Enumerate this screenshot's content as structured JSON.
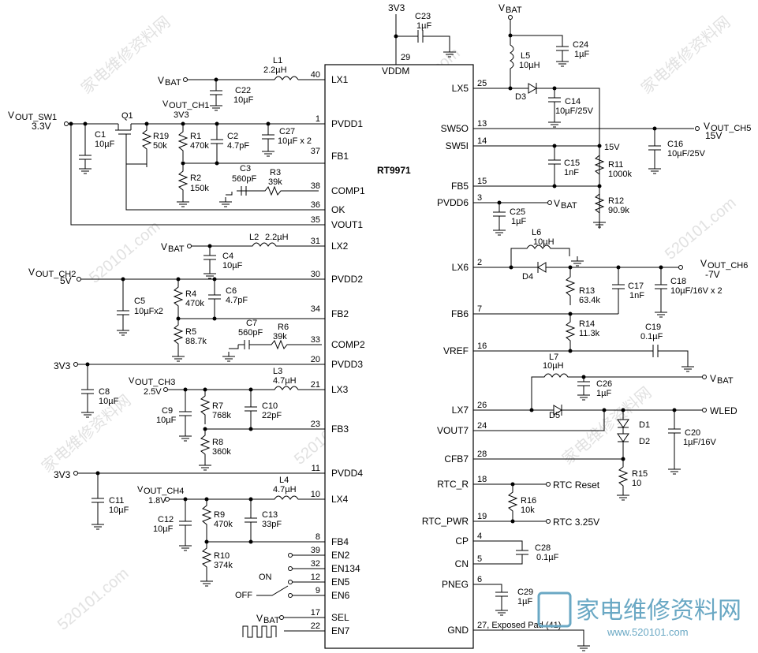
{
  "chip": {
    "name": "RT9971",
    "vddm_label": "VDDM",
    "pins_left": [
      {
        "num": "40",
        "label": "LX1"
      },
      {
        "num": "1",
        "label": "PVDD1"
      },
      {
        "num": "37",
        "label": "FB1"
      },
      {
        "num": "38",
        "label": "COMP1"
      },
      {
        "num": "36",
        "label": "OK"
      },
      {
        "num": "35",
        "label": "VOUT1"
      },
      {
        "num": "31",
        "label": "LX2"
      },
      {
        "num": "30",
        "label": "PVDD2"
      },
      {
        "num": "34",
        "label": "FB2"
      },
      {
        "num": "33",
        "label": "COMP2"
      },
      {
        "num": "20",
        "label": "PVDD3"
      },
      {
        "num": "21",
        "label": "LX3"
      },
      {
        "num": "23",
        "label": "FB3"
      },
      {
        "num": "11",
        "label": "PVDD4"
      },
      {
        "num": "10",
        "label": "LX4"
      },
      {
        "num": "8",
        "label": "FB4"
      },
      {
        "num": "39",
        "label": "EN2"
      },
      {
        "num": "32",
        "label": "EN134"
      },
      {
        "num": "12",
        "label": "EN5"
      },
      {
        "num": "9",
        "label": "EN6"
      },
      {
        "num": "17",
        "label": "SEL"
      },
      {
        "num": "22",
        "label": "EN7"
      }
    ],
    "pins_right": [
      {
        "num": "25",
        "label": "LX5"
      },
      {
        "num": "13",
        "label": "SW5O"
      },
      {
        "num": "14",
        "label": "SW5I"
      },
      {
        "num": "15",
        "label": "FB5"
      },
      {
        "num": "3",
        "label": "PVDD6"
      },
      {
        "num": "2",
        "label": "LX6"
      },
      {
        "num": "7",
        "label": "FB6"
      },
      {
        "num": "16",
        "label": "VREF"
      },
      {
        "num": "26",
        "label": "LX7"
      },
      {
        "num": "24",
        "label": "VOUT7"
      },
      {
        "num": "28",
        "label": "CFB7"
      },
      {
        "num": "18",
        "label": "RTC_R"
      },
      {
        "num": "19",
        "label": "RTC_PWR"
      },
      {
        "num": "4",
        "label": "CP"
      },
      {
        "num": "5",
        "label": "CN"
      },
      {
        "num": "6",
        "label": "PNEG"
      },
      {
        "num": "27, Exposed Pad (41)",
        "label": "GND"
      }
    ],
    "pin_top": {
      "num": "29"
    }
  },
  "rails": {
    "v3v3": "3V3",
    "vbat_main": "V",
    "vbat_sub": "BAT",
    "vout_sw1_main": "V",
    "vout_sw1_sub": "OUT_SW1",
    "vout_sw1_val": "3.3V",
    "vout_ch1_main": "V",
    "vout_ch1_sub": "OUT_CH1",
    "vout_ch1_val": "3V3",
    "vout_ch2_main": "V",
    "vout_ch2_sub": "OUT_CH2",
    "vout_ch2_val": "5V",
    "vout_ch3_main": "V",
    "vout_ch3_sub": "OUT_CH3",
    "vout_ch3_val": "2.5V",
    "vout_ch4_main": "V",
    "vout_ch4_sub": "OUT_CH4",
    "vout_ch4_val": "1.8V",
    "vout_ch5_main": "V",
    "vout_ch5_sub": "OUT_CH5",
    "vout_ch5_val": "15V",
    "v15": "15V",
    "vout_ch6_main": "V",
    "vout_ch6_sub": "OUT_CH6",
    "vout_ch6_val": "-7V",
    "wled": "WLED",
    "rtc_reset": "RTC Reset",
    "rtc_325": "RTC 3.25V",
    "on": "ON",
    "off": "OFF"
  },
  "parts": {
    "C23": {
      "ref": "C23",
      "val": "1µF"
    },
    "C24": {
      "ref": "C24",
      "val": "1µF"
    },
    "L1": {
      "ref": "L1",
      "val": "2.2µH"
    },
    "C22": {
      "ref": "C22",
      "val": "10µF"
    },
    "Q1": {
      "ref": "Q1"
    },
    "C1": {
      "ref": "C1",
      "val": "10µF"
    },
    "R19": {
      "ref": "R19",
      "val": "50k"
    },
    "R1": {
      "ref": "R1",
      "val": "470k"
    },
    "C2": {
      "ref": "C2",
      "val": "4.7pF"
    },
    "C27": {
      "ref": "C27",
      "val": "10µF x 2"
    },
    "R2": {
      "ref": "R2",
      "val": "150k"
    },
    "C3": {
      "ref": "C3",
      "val": "560pF"
    },
    "R3": {
      "ref": "R3",
      "val": "39k"
    },
    "L2": {
      "ref": "L2",
      "val": "2.2µH"
    },
    "C4": {
      "ref": "C4",
      "val": "10µF"
    },
    "C5": {
      "ref": "C5",
      "val": "10µFx2"
    },
    "R4": {
      "ref": "R4",
      "val": "470k"
    },
    "C6": {
      "ref": "C6",
      "val": "4.7pF"
    },
    "R5": {
      "ref": "R5",
      "val": "88.7k"
    },
    "C7": {
      "ref": "C7",
      "val": "560pF"
    },
    "R6": {
      "ref": "R6",
      "val": "39k"
    },
    "C8": {
      "ref": "C8",
      "val": "10µF"
    },
    "L3": {
      "ref": "L3",
      "val": "4.7µH"
    },
    "C9": {
      "ref": "C9",
      "val": "10µF"
    },
    "R7": {
      "ref": "R7",
      "val": "768k"
    },
    "C10": {
      "ref": "C10",
      "val": "22pF"
    },
    "R8": {
      "ref": "R8",
      "val": "360k"
    },
    "C11": {
      "ref": "C11",
      "val": "10µF"
    },
    "L4": {
      "ref": "L4",
      "val": "4.7µH"
    },
    "C12": {
      "ref": "C12",
      "val": "10µF"
    },
    "R9": {
      "ref": "R9",
      "val": "470k"
    },
    "C13": {
      "ref": "C13",
      "val": "33pF"
    },
    "R10": {
      "ref": "R10",
      "val": "374k"
    },
    "L5": {
      "ref": "L5",
      "val": "10µH"
    },
    "D3": {
      "ref": "D3"
    },
    "C14": {
      "ref": "C14",
      "val": "10µF/25V"
    },
    "C16": {
      "ref": "C16",
      "val": "10µF/25V"
    },
    "C15": {
      "ref": "C15",
      "val": "1nF"
    },
    "R11": {
      "ref": "R11",
      "val": "1000k"
    },
    "R12": {
      "ref": "R12",
      "val": "90.9k"
    },
    "C25": {
      "ref": "C25",
      "val": "1µF"
    },
    "L6": {
      "ref": "L6",
      "val": "10µH"
    },
    "D4": {
      "ref": "D4"
    },
    "R13": {
      "ref": "R13",
      "val": "63.4k"
    },
    "C17": {
      "ref": "C17",
      "val": "1nF"
    },
    "C18": {
      "ref": "C18",
      "val": "10µF/16V x 2"
    },
    "R14": {
      "ref": "R14",
      "val": "11.3k"
    },
    "C19": {
      "ref": "C19",
      "val": "0.1µF"
    },
    "L7": {
      "ref": "L7",
      "val": "10µH"
    },
    "C26": {
      "ref": "C26",
      "val": "1µF"
    },
    "D5": {
      "ref": "D5"
    },
    "D1": {
      "ref": "D1"
    },
    "D2": {
      "ref": "D2"
    },
    "C20": {
      "ref": "C20",
      "val": "1µF/16V"
    },
    "R15": {
      "ref": "R15",
      "val": "10"
    },
    "R16": {
      "ref": "R16",
      "val": "10k"
    },
    "C28": {
      "ref": "C28",
      "val": "0.1µF"
    },
    "C29": {
      "ref": "C29",
      "val": "1µF"
    }
  },
  "watermark": {
    "site_text": "家电维修资料网",
    "url": "520101.com",
    "brand_text": "家电维修资料网",
    "brand_url": "www.520101.com"
  }
}
